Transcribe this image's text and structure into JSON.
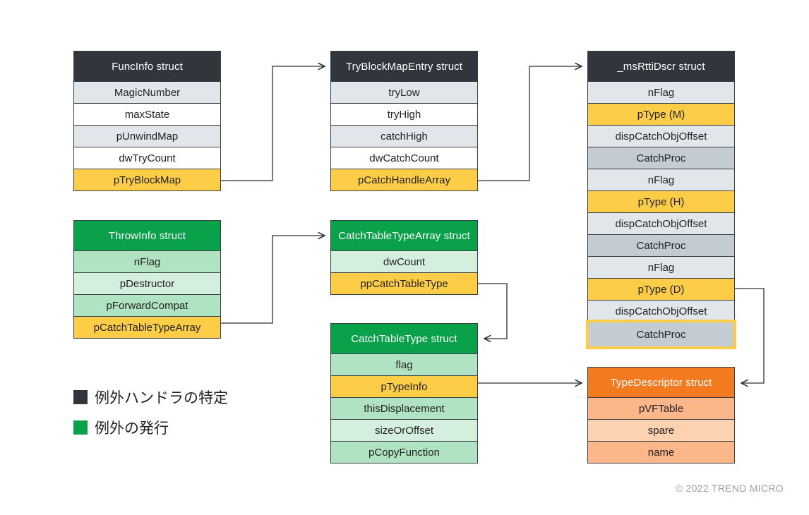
{
  "structs": {
    "funcinfo": {
      "title": "FuncInfo struct",
      "fields": [
        "MagicNumber",
        "maxState",
        "pUnwindMap",
        "dwTryCount",
        "pTryBlockMap"
      ]
    },
    "tryblock": {
      "title": "TryBlockMapEntry struct",
      "fields": [
        "tryLow",
        "tryHigh",
        "catchHigh",
        "dwCatchCount",
        "pCatchHandleArray"
      ]
    },
    "msrtti": {
      "title": "_msRttiDscr struct",
      "fields": [
        "nFlag",
        "pType (M)",
        "dispCatchObjOffset",
        "CatchProc",
        "nFlag",
        "pType (H)",
        "dispCatchObjOffset",
        "CatchProc",
        "nFlag",
        "pType (D)",
        "dispCatchObjOffset",
        "CatchProc"
      ]
    },
    "throwinfo": {
      "title": "ThrowInfo struct",
      "fields": [
        "nFlag",
        "pDestructor",
        "pForwardCompat",
        "pCatchTableTypeArray"
      ]
    },
    "ctta": {
      "title": "CatchTableTypeArray struct",
      "fields": [
        "dwCount",
        "ppCatchTableType"
      ]
    },
    "ctt": {
      "title": "CatchTableType struct",
      "fields": [
        "flag",
        "pTypeInfo",
        "thisDisplacement",
        "sizeOrOffset",
        "pCopyFunction"
      ]
    },
    "typedesc": {
      "title": "TypeDescriptor struct",
      "fields": [
        "pVFTable",
        "spare",
        "name"
      ]
    }
  },
  "legend": {
    "dark": "例外ハンドラの特定",
    "green": "例外の発行"
  },
  "copyright": "© 2022 TREND MICRO",
  "colors": {
    "header_dark": "#31363d",
    "header_green": "#0aa14b",
    "header_orange": "#f47a20",
    "pointer_highlight": "#fdcd48"
  }
}
